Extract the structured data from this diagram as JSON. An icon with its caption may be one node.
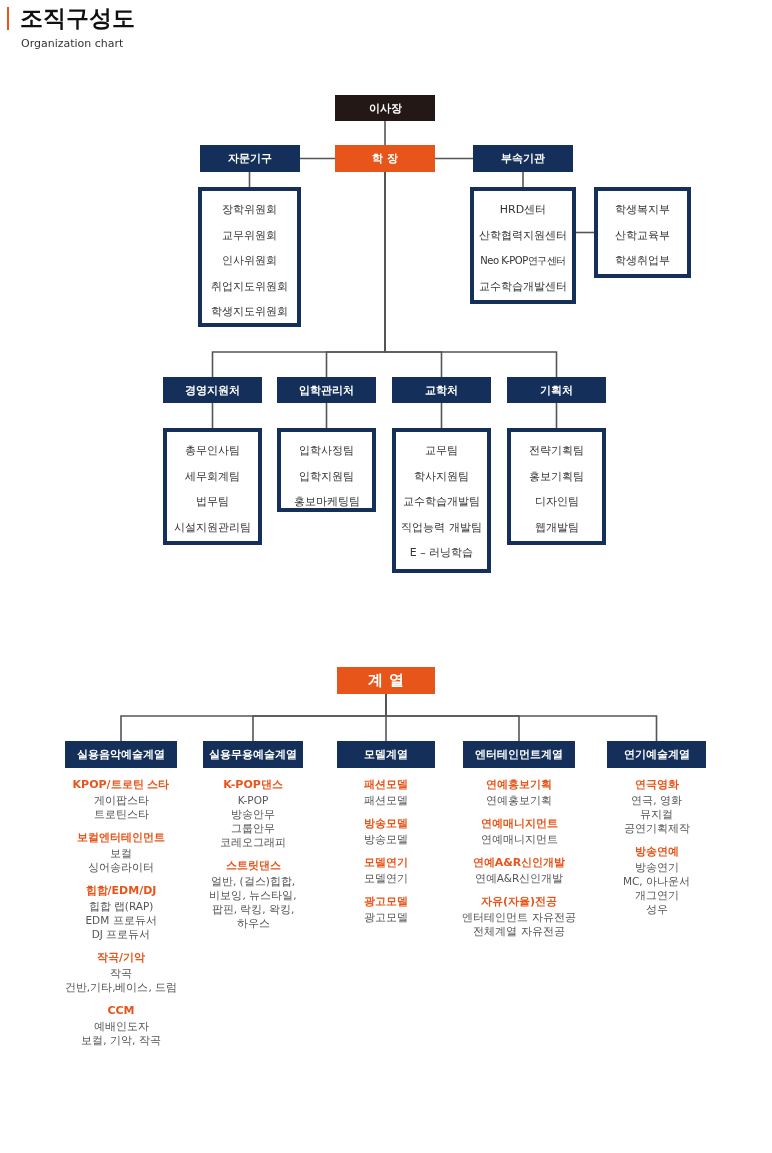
{
  "diagram": {
    "title": "조직구성도",
    "caption": "Organization chart",
    "nodes": [
      {
        "text": [
          "이사장"
        ]
      },
      {
        "text": [
          "학 장"
        ]
      },
      {
        "text": [
          "자문기구"
        ]
      },
      {
        "text": [
          "부속기관"
        ]
      },
      {
        "text": [
          "장학위원회",
          "교무위원회",
          "인사위원회",
          "취업지도위원회",
          "학생지도위원회"
        ]
      },
      {
        "text": [
          "HRD센터",
          "산학협력지원센터",
          "Neo K-POP연구센터",
          "교수학습개발센터"
        ]
      },
      {
        "text": [
          "학생복지부",
          "산학교육부",
          "학생취업부"
        ]
      },
      {
        "text": [
          "경영지원처"
        ]
      },
      {
        "text": [
          "입학관리처"
        ]
      },
      {
        "text": [
          "교학처"
        ]
      },
      {
        "text": [
          "기획처"
        ]
      },
      {
        "text": [
          "총무인사팀",
          "세무회계팀",
          "법무팀",
          "시설지원관리팀"
        ]
      },
      {
        "text": [
          "입학사정팀",
          "입학지원팀",
          "홍보마케팅팀"
        ]
      },
      {
        "text": [
          "교무팀",
          "학사지원팀",
          "교수학습개발팀",
          "직업능력 개발팀",
          "E – 러닝학습"
        ]
      },
      {
        "text": [
          "전략기획팀",
          "홍보기획팀",
          "디자인팀",
          "웹개발팀"
        ]
      },
      {
        "text": [
          "계 열"
        ]
      },
      {
        "text": [
          "실용음악예술계열"
        ],
        "beside": [
          "KPOP/트로틴 스타",
          "게이팝스타",
          "트로틴스타",
          "보컬엔터테인먼트",
          "보컬",
          "싱어송라이터",
          "힙합/EDM/DJ",
          "힙합 랩(RAP)",
          "EDM 프로듀서",
          "DJ 프로듀서",
          "작곡/기악",
          "작곡",
          "건반,기타,베이스, 드럼",
          "CCM",
          "예배인도자",
          "보컬, 기악, 작곡"
        ]
      },
      {
        "text": [
          "실용무용예술계열"
        ],
        "beside": [
          "K-POP댄스",
          "K-POP",
          "방송안무",
          "그룹안무",
          "코레오그래피",
          "스트릿댄스",
          "얼반, (걸스)힙합,",
          "비보잉, 뉴스타일,",
          "팝핀, 락킹, 왁킹,",
          "하우스"
        ]
      },
      {
        "text": [
          "모델계열"
        ],
        "beside": [
          "패션모델",
          "패션모델",
          "방송모델",
          "방송모델",
          "모델연기",
          "모델연기",
          "광고모델",
          "광고모델"
        ]
      },
      {
        "text": [
          "엔터테인먼트계열"
        ],
        "beside": [
          "연예홍보기획",
          "연예홍보기획",
          "연예매니지먼트",
          "연예매니지먼트",
          "연예A&R신인개발",
          "연예A&R신인개발",
          "자유(자율)전공",
          "엔터테인먼트 자유전공",
          "전체계열 자유전공"
        ]
      },
      {
        "text": [
          "연기예술계열"
        ],
        "beside": [
          "연극영화",
          "연극, 영화",
          "뮤지컬",
          "공연기획제작",
          "방송연예",
          "방송연기",
          "MC, 아나운서",
          "개그연기",
          "성우"
        ]
      }
    ],
    "edges": [
      {
        "from": 0,
        "to": 1,
        "arrow": "none"
      },
      {
        "from": 1,
        "to": 2,
        "arrow": "none"
      },
      {
        "from": 1,
        "to": 3,
        "arrow": "none"
      },
      {
        "from": 2,
        "to": 4,
        "arrow": "none"
      },
      {
        "from": 3,
        "to": 5,
        "arrow": "none"
      },
      {
        "from": 5,
        "to": 6,
        "arrow": "none"
      },
      {
        "from": 1,
        "to": 7,
        "arrow": "none"
      },
      {
        "from": 1,
        "to": 8,
        "arrow": "none"
      },
      {
        "from": 1,
        "to": 9,
        "arrow": "none"
      },
      {
        "from": 1,
        "to": 10,
        "arrow": "none"
      },
      {
        "from": 7,
        "to": 11,
        "arrow": "none"
      },
      {
        "from": 8,
        "to": 12,
        "arrow": "none"
      },
      {
        "from": 9,
        "to": 13,
        "arrow": "none"
      },
      {
        "from": 10,
        "to": 14,
        "arrow": "none"
      },
      {
        "from": 15,
        "to": 16,
        "arrow": "none"
      },
      {
        "from": 15,
        "to": 17,
        "arrow": "none"
      },
      {
        "from": 15,
        "to": 18,
        "arrow": "none"
      },
      {
        "from": 15,
        "to": 19,
        "arrow": "none"
      },
      {
        "from": 15,
        "to": 20,
        "arrow": "none"
      }
    ]
  }
}
